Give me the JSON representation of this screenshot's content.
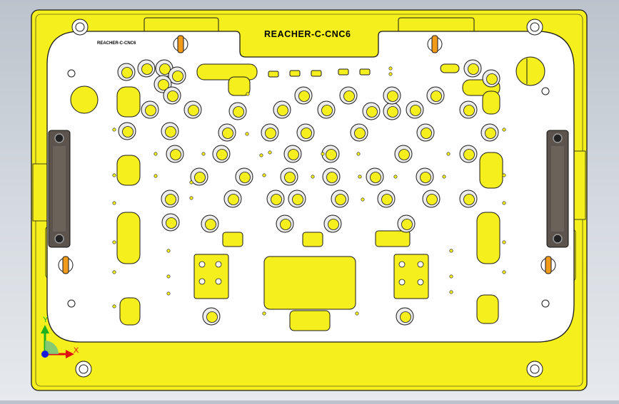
{
  "viewport": {
    "part_label": "REACHER-C-CNC6",
    "small_label": "REACHER-C-CNC6",
    "triad": {
      "x_label": "X",
      "y_label": "Y"
    }
  },
  "colors": {
    "background_top": "#bcc3cc",
    "background_bottom": "#e6e9ed",
    "base_plate": "#f5f01d",
    "top_plate": "#ffffff",
    "edge": "#1a1a1a",
    "clamp": "#5b534c",
    "triad_x": "#e01010",
    "triad_y": "#1fb01f",
    "triad_z": "#1a1adc"
  }
}
